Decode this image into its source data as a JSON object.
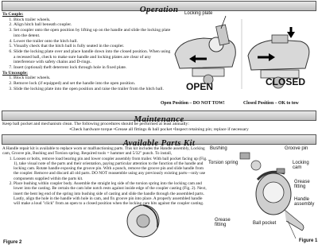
{
  "operation": {
    "title": "Operation",
    "to_couple_heading": "To Couple:",
    "to_couple_steps": [
      "Block trailer wheels.",
      "Align hitch ball beneath coupler.",
      "Set coupler onto the open position by lifting up on the handle and slide the locking plate into the detent.",
      "Lower the trailer onto the hitch ball.",
      "Visually check that the hitch ball is fully seated in the coupler.",
      "Slide the locking plate over and place handle down into the closed position. When using a recessed ball, check to make sure handle and locking plates are clear of any interference with safety chains and D-rings.",
      "Insert (optional) theft deterrent lock through hole in fixed plate."
    ],
    "to_uncouple_heading": "To Uncouple:",
    "to_uncouple_steps": [
      "Block trailer wheels.",
      "Remove lock (if equipped) and set the handle into the open position.",
      "Slide the locking plate into the open position and raise the trailer from the hitch ball."
    ],
    "locking_plate_label": "Locking plate",
    "open_label": "OPEN",
    "closed_label": "CLOSED",
    "caption_open": "Open Position – DO NOT TOW!",
    "caption_closed": "Closed Position – OK to tow"
  },
  "maintenance": {
    "title": "Maintenance",
    "line1": "Keep ball pocket and mechanism clean. The following procedures should be performed at least annually:",
    "line2": "•Check hardware torque •Grease all fittings & ball pocket •Inspect retaining pin; replace if necessary"
  },
  "parts_kit": {
    "title": "Available Parts Kit",
    "intro": "A Handle repair kit is available to replace worn or malfunctioning parts. This kit includes the Handle assembly, Locking cam, Groove pin, Bushing and Torsion spring. Required tools = hammer and 5/32\" punch. To install,",
    "steps": [
      "Loosen or bolts, remove load bearing pin and lower coupler assembly from trailer. With ball pocket facing up (Fig. 1), take visual note of the parts and their orientation, paying particular attention to the function of the handle and locking cam. Rotate handle exposing the groove pin. With a punch, remove the groove pin and slide handle from the coupler. Remove and discard all old parts. DO NOT reassemble using any previously existing parts—only use components supplied within the parts kit.",
      "Place bushing within coupler body. Assemble the straight leg side of the torsion spring into the locking cam and lower into the casting. Be certain the cam lobe notch rests against inside edge of the coupler casting (Fig. 2). Next, insert the bent leg end of the spring into bushing side of casting and slide the handle through the assembled parts. Lastly, align the hole in the handle with hole in cam, and fix groove pin into place. A properly assembled handle will make a loud \"click\" from an open to a closed position when the locking cam hits against the coupler casting."
    ],
    "figure2_label": "Figure 2",
    "figure1_label": "Figure 1",
    "labels": {
      "bushing": "Bushing",
      "groove_pin": "Groove pin",
      "torsion_spring": "Torsion spring",
      "locking_cam": "Locking cam",
      "grease_fitting": "Grease fitting",
      "handle_assembly": "Handle assembly",
      "grease_fitting_2": "Grease fitting",
      "ball_pocket": "Ball pocket"
    }
  }
}
